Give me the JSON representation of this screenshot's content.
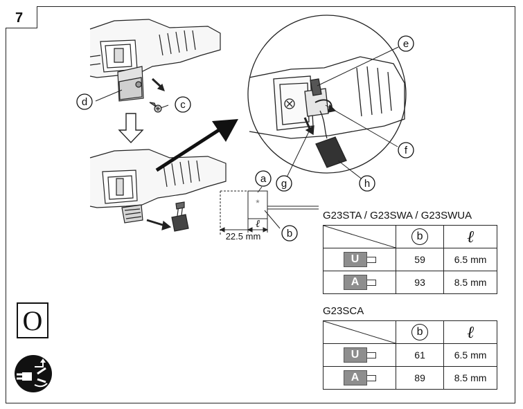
{
  "step": {
    "number": "7"
  },
  "callouts": {
    "a": "a",
    "b": "b",
    "c": "c",
    "d": "d",
    "e": "e",
    "f": "f",
    "g": "g",
    "h": "h"
  },
  "dimension": {
    "width_label": "22.5 mm",
    "length_symbol": "ℓ",
    "asterisk": "*"
  },
  "icons": {
    "o_symbol": "O",
    "unplug": "unplug-icon"
  },
  "tables": [
    {
      "models": "G23STA / G23SWA / G23SWUA",
      "header": {
        "col_b": "b",
        "col_l": "ℓ"
      },
      "rows": [
        {
          "type": "U",
          "b": "59",
          "l": "6.5 mm"
        },
        {
          "type": "A",
          "b": "93",
          "l": "8.5 mm"
        }
      ]
    },
    {
      "models": "G23SCA",
      "header": {
        "col_b": "b",
        "col_l": "ℓ"
      },
      "rows": [
        {
          "type": "U",
          "b": "61",
          "l": "6.5 mm"
        },
        {
          "type": "A",
          "b": "89",
          "l": "8.5 mm"
        }
      ]
    }
  ],
  "colors": {
    "line": "#222222",
    "badge": "#8e8e8e",
    "background": "#ffffff"
  }
}
